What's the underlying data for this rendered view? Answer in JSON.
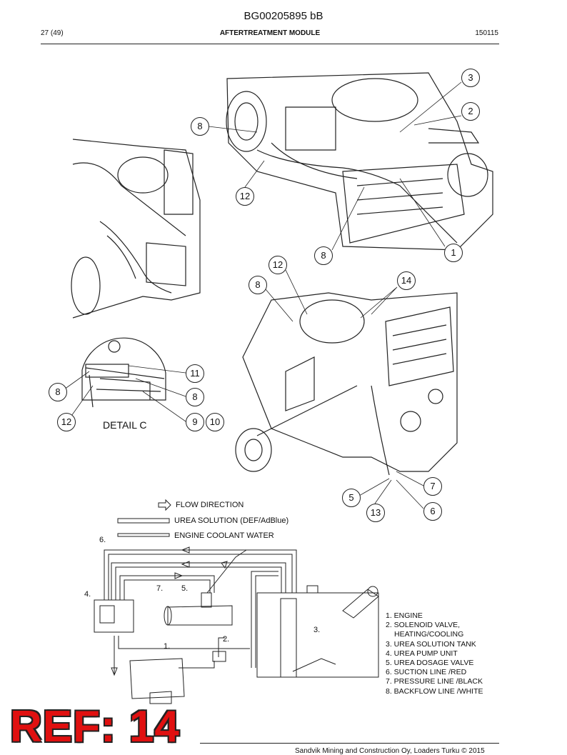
{
  "header": {
    "doc_id": "BG00205895 bB",
    "page": "27 (49)",
    "title": "AFTERTREATMENT MODULE",
    "code": "150115"
  },
  "callouts": [
    "3",
    "2",
    "8",
    "12",
    "8",
    "1",
    "12",
    "14",
    "8",
    "11",
    "8",
    "8",
    "9",
    "10",
    "12",
    "7",
    "5",
    "6",
    "13"
  ],
  "detail_label": "DETAIL C",
  "key": {
    "flow": "FLOW DIRECTION",
    "urea": "UREA SOLUTION (DEF/AdBlue)",
    "coolant": "ENGINE COOLANT WATER"
  },
  "schematic_labels": {
    "n6": "6.",
    "n7": "7.",
    "n5": "5.",
    "n4": "4.",
    "n2": "2.",
    "n1": "1.",
    "n3": "3."
  },
  "legend": [
    "1. ENGINE",
    "2. SOLENOID VALVE,",
    "HEATING/COOLING",
    "3. UREA SOLUTION TANK",
    "4. UREA PUMP UNIT",
    "5. UREA DOSAGE VALVE",
    "6. SUCTION LINE /RED",
    "7. PRESSURE LINE /BLACK",
    "8. BACKFLOW LINE /WHITE"
  ],
  "ref_stamp": "REF: 14",
  "footer": "Sandvik Mining and Construction Oy, Loaders Turku © 2015"
}
